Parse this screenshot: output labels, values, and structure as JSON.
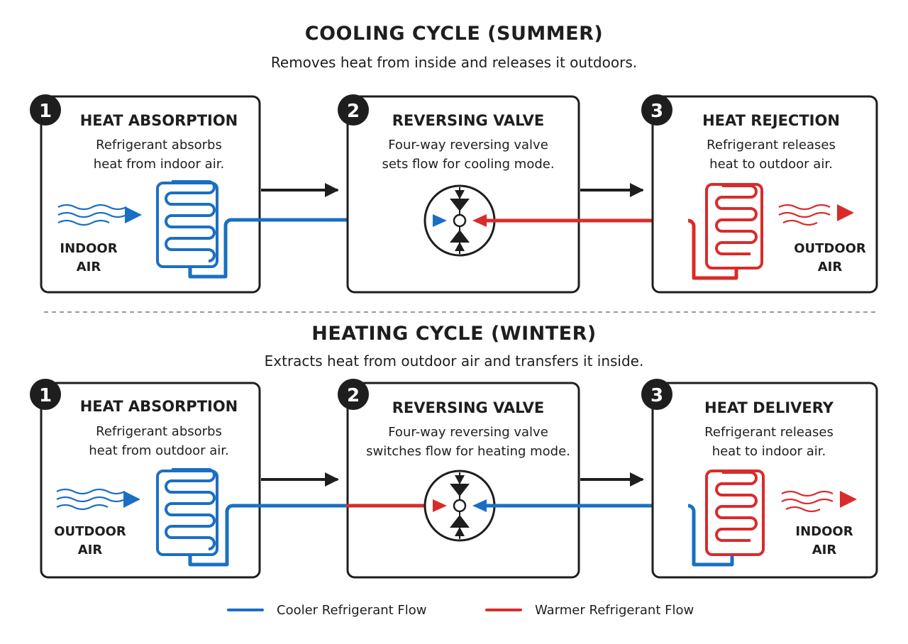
{
  "colors": {
    "cool": "#1a6fc4",
    "warm": "#d92b2b",
    "ink": "#1e1e1e",
    "divider": "#9a9a9a"
  },
  "sections": [
    {
      "id": "cooling",
      "title": "COOLING CYCLE (SUMMER)",
      "subtitle": "Removes heat from inside and releases it outdoors.",
      "steps": [
        {
          "number": "1",
          "title": "HEAT ABSORPTION",
          "desc": [
            "Refrigerant absorbs",
            "heat from indoor air."
          ],
          "air_label": [
            "INDOOR",
            "AIR"
          ]
        },
        {
          "number": "2",
          "title": "REVERSING VALVE",
          "desc": [
            "Four-way reversing valve",
            "sets flow for cooling mode."
          ]
        },
        {
          "number": "3",
          "title": "HEAT REJECTION",
          "desc": [
            "Refrigerant releases",
            "heat to outdoor air."
          ],
          "air_label": [
            "OUTDOOR",
            "AIR"
          ]
        }
      ]
    },
    {
      "id": "heating",
      "title": "HEATING CYCLE (WINTER)",
      "subtitle": "Extracts heat from outdoor air and transfers it inside.",
      "steps": [
        {
          "number": "1",
          "title": "HEAT ABSORPTION",
          "desc": [
            "Refrigerant absorbs",
            "heat from outdoor air."
          ],
          "air_label": [
            "OUTDOOR",
            "AIR"
          ]
        },
        {
          "number": "2",
          "title": "REVERSING VALVE",
          "desc": [
            "Four-way reversing valve",
            "switches flow for heating mode."
          ]
        },
        {
          "number": "3",
          "title": "HEAT DELIVERY",
          "desc": [
            "Refrigerant releases",
            "heat to indoor air."
          ],
          "air_label": [
            "INDOOR",
            "AIR"
          ]
        }
      ]
    }
  ],
  "legend": {
    "cool_label": "Cooler Refrigerant Flow",
    "warm_label": "Warmer Refrigerant Flow"
  }
}
